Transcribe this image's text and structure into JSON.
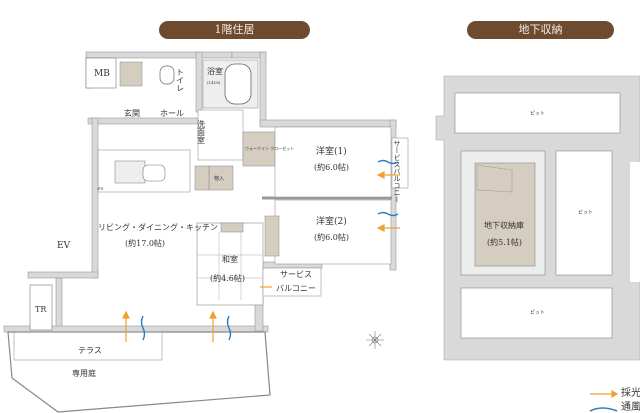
{
  "headers": {
    "floor1": "1階住居",
    "basement": "地下収納"
  },
  "floor1": {
    "mb": "MB",
    "toilet": "トイレ",
    "bath": "浴室",
    "bath_size": "(1418)",
    "entrance": "玄関",
    "hall": "ホール",
    "washroom": "洗面室",
    "western1": "洋室(1)",
    "western1_size": "(約6.0帖)",
    "western2": "洋室(2)",
    "western2_size": "(約6.0帖)",
    "walkin": "ウォークイン クローゼット",
    "storage": "物入",
    "ldk": "リビング・ダイニング・キッチン",
    "ldk_size": "(約17.0帖)",
    "japanese": "和室",
    "japanese_size": "(約4.6帖)",
    "service_balcony": "サービス",
    "service_balcony2": "バルコニー",
    "service_balcony_side": "サービスバルコニー",
    "ev": "EV",
    "tr": "TR",
    "terrace": "テラス",
    "garden": "専用庭",
    "ps": "PS"
  },
  "basement": {
    "pit": "ピット",
    "storage": "地下収納庫",
    "storage_size": "(約5.1帖)"
  },
  "legend": {
    "light": "採光",
    "wind": "通風"
  },
  "colors": {
    "header": "#6e4a2e",
    "wall": "#d9d9d9",
    "storage": "#d6cdc1",
    "light_arrow": "#f0a030",
    "wind": "#2a7fc0"
  }
}
